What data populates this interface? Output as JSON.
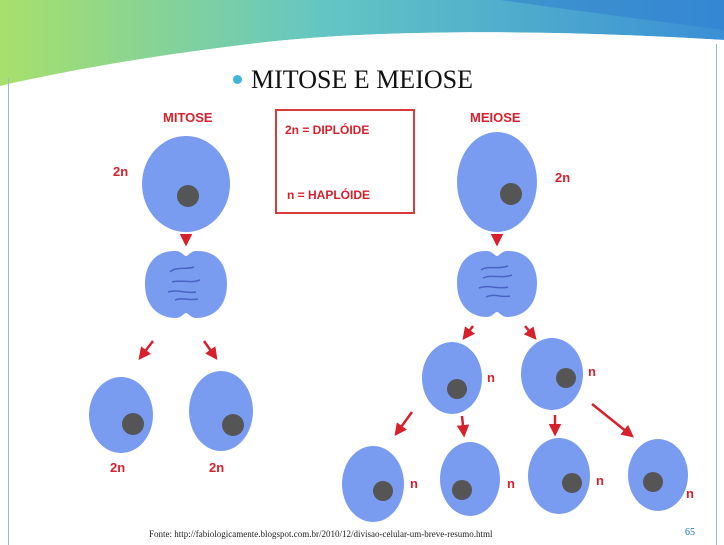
{
  "slide": {
    "title": "MITOSE E MEIOSE",
    "footer_source": "Fonte: http://fabiologicamente.blogspot.com.br/2010/12/divisao-celular-um-breve-resumo.html",
    "slide_number": "65"
  },
  "diagram": {
    "mitosis_heading": "MITOSE",
    "meiosis_heading": "MEIOSE",
    "legend_diploid": "2n = DIPLÓIDE",
    "legend_haploid": "n = HAPLÓIDE",
    "label_2n": "2n",
    "label_n": "n"
  },
  "colors": {
    "cell": "#7a9cf0",
    "nucleus": "#555555",
    "label_red": "#d6202c",
    "legend_border": "#d93a3a",
    "banner_blue": "#3a8fd6",
    "banner_green": "#a8e06b"
  }
}
